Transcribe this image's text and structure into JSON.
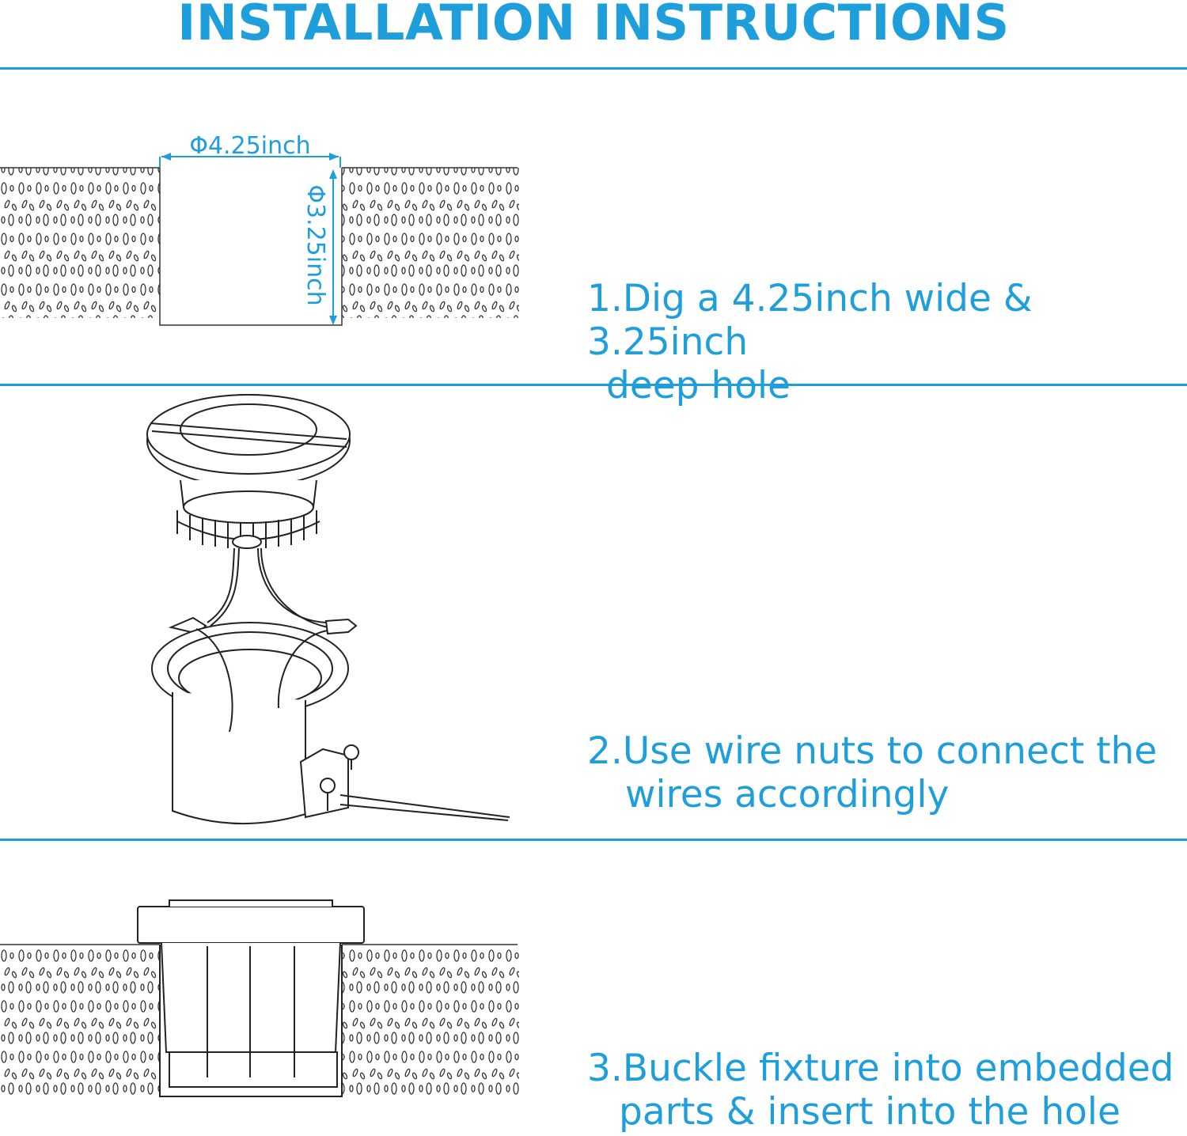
{
  "title": "INSTALLATION INSTRUCTIONS",
  "colors": {
    "accent": "#1e9fdc",
    "line": "#222222"
  },
  "dimensions": {
    "width": "Φ4.25inch",
    "depth": "Φ3.25inch"
  },
  "steps": [
    {
      "line1": "1.Dig a 4.25inch wide & 3.25inch",
      "line2": "deep hole"
    },
    {
      "line1": "2.Use wire nuts to connect the",
      "line2": "wires accordingly"
    },
    {
      "line1": "3.Buckle fixture into embedded",
      "line2": "parts & insert into the hole"
    }
  ]
}
